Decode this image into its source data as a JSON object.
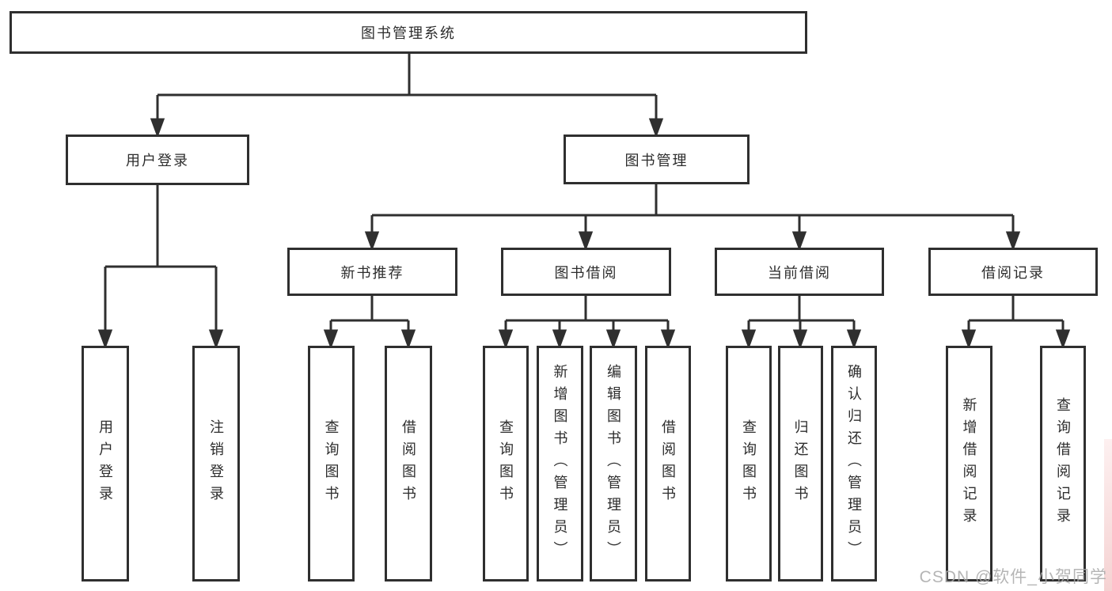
{
  "tree": {
    "root": {
      "label": "图书管理系统"
    },
    "level2": [
      {
        "label": "用户登录",
        "children": [
          {
            "label": "用户登录"
          },
          {
            "label": "注销登录"
          }
        ]
      },
      {
        "label": "图书管理",
        "children": [
          {
            "label": "新书推荐",
            "children": [
              {
                "label": "查询图书"
              },
              {
                "label": "借阅图书"
              }
            ]
          },
          {
            "label": "图书借阅",
            "children": [
              {
                "label": "查询图书"
              },
              {
                "label": "新增图书（管理员）"
              },
              {
                "label": "编辑图书（管理员）"
              },
              {
                "label": "借阅图书"
              }
            ]
          },
          {
            "label": "当前借阅",
            "children": [
              {
                "label": "查询图书"
              },
              {
                "label": "归还图书"
              },
              {
                "label": "确认归还（管理员）"
              }
            ]
          },
          {
            "label": "借阅记录",
            "children": [
              {
                "label": "新增借阅记录"
              },
              {
                "label": "查询借阅记录"
              }
            ]
          }
        ]
      }
    ]
  },
  "watermark": {
    "text": "CSDN @软件_小贺同学"
  },
  "colors": {
    "line": "#2f2f2f",
    "box_border": "#2f2f2f",
    "text": "#2d2d2d",
    "watermark_gray": "#a9a9a9",
    "edge_strip_pink": "#f5d2d2"
  }
}
